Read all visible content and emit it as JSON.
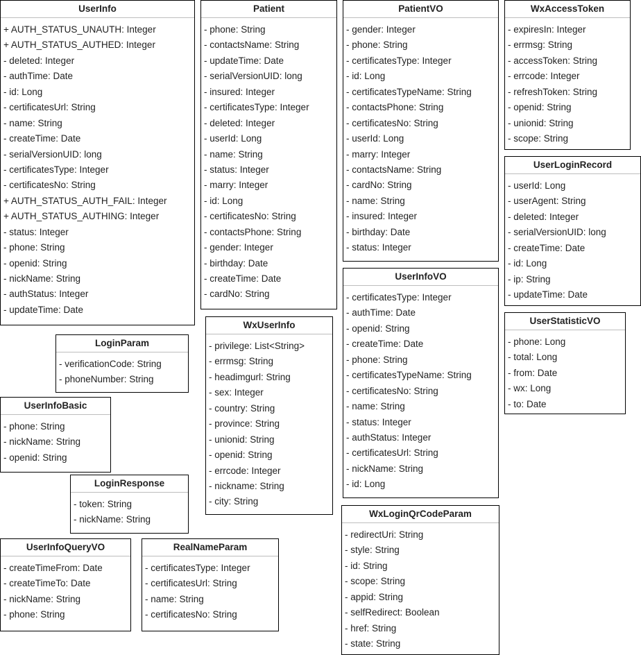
{
  "classes": [
    {
      "id": "UserInfo",
      "title": "UserInfo",
      "attributes": [
        "+ AUTH_STATUS_UNAUTH: Integer",
        "+ AUTH_STATUS_AUTHED: Integer",
        "- deleted: Integer",
        "- authTime: Date",
        "- id: Long",
        "- certificatesUrl: String",
        "- name: String",
        "- createTime: Date",
        "- serialVersionUID: long",
        "- certificatesType: Integer",
        "- certificatesNo: String",
        "+ AUTH_STATUS_AUTH_FAIL: Integer",
        "+ AUTH_STATUS_AUTHING: Integer",
        "- status: Integer",
        "- phone: String",
        "- openid: String",
        "- nickName: String",
        "- authStatus: Integer",
        "- updateTime: Date"
      ]
    },
    {
      "id": "Patient",
      "title": "Patient",
      "attributes": [
        "- phone: String",
        "- contactsName: String",
        "- updateTime: Date",
        "- serialVersionUID: long",
        "- insured: Integer",
        "- certificatesType: Integer",
        "- deleted: Integer",
        "- userId: Long",
        "- name: String",
        "- status: Integer",
        "- marry: Integer",
        "- id: Long",
        "- certificatesNo: String",
        "- contactsPhone: String",
        "- gender: Integer",
        "- birthday: Date",
        "- createTime: Date",
        "- cardNo: String"
      ]
    },
    {
      "id": "PatientVO",
      "title": "PatientVO",
      "attributes": [
        "- gender: Integer",
        "- phone: String",
        "- certificatesType: Integer",
        "- id: Long",
        "- certificatesTypeName: String",
        "- contactsPhone: String",
        "- certificatesNo: String",
        "- userId: Long",
        "- marry: Integer",
        "- contactsName: String",
        "- cardNo: String",
        "- name: String",
        "- insured: Integer",
        "- birthday: Date",
        "- status: Integer"
      ]
    },
    {
      "id": "WxAccessToken",
      "title": "WxAccessToken",
      "attributes": [
        "- expiresIn: Integer",
        "- errmsg: String",
        "- accessToken: String",
        "- errcode: Integer",
        "- refreshToken: String",
        "- openid: String",
        "- unionid: String",
        "- scope: String"
      ]
    },
    {
      "id": "UserLoginRecord",
      "title": "UserLoginRecord",
      "attributes": [
        "- userId: Long",
        "- userAgent: String",
        "- deleted: Integer",
        "- serialVersionUID: long",
        "- createTime: Date",
        "- id: Long",
        "- ip: String",
        "- updateTime: Date"
      ]
    },
    {
      "id": "UserInfoVO",
      "title": "UserInfoVO",
      "attributes": [
        "- certificatesType: Integer",
        "- authTime: Date",
        "- openid: String",
        "- createTime: Date",
        "- phone: String",
        "- certificatesTypeName: String",
        "- certificatesNo: String",
        "- name: String",
        "- status: Integer",
        "- authStatus: Integer",
        "- certificatesUrl: String",
        "- nickName: String",
        "- id: Long"
      ]
    },
    {
      "id": "UserStatisticVO",
      "title": "UserStatisticVO",
      "attributes": [
        "- phone: Long",
        "- total: Long",
        "- from: Date",
        "- wx: Long",
        "- to: Date"
      ]
    },
    {
      "id": "WxUserInfo",
      "title": "WxUserInfo",
      "attributes": [
        "- privilege: List<String>",
        "- errmsg: String",
        "- headimgurl: String",
        "- sex: Integer",
        "- country: String",
        "- province: String",
        "- unionid: String",
        "- openid: String",
        "- errcode: Integer",
        "- nickname: String",
        "- city: String"
      ]
    },
    {
      "id": "LoginParam",
      "title": "LoginParam",
      "attributes": [
        "- verificationCode: String",
        "- phoneNumber: String"
      ]
    },
    {
      "id": "UserInfoBasic",
      "title": "UserInfoBasic",
      "attributes": [
        "- phone: String",
        "- nickName: String",
        "- openid: String"
      ]
    },
    {
      "id": "LoginResponse",
      "title": "LoginResponse",
      "attributes": [
        "- token: String",
        "- nickName: String"
      ]
    },
    {
      "id": "UserInfoQueryVO",
      "title": "UserInfoQueryVO",
      "attributes": [
        "- createTimeFrom: Date",
        "- createTimeTo: Date",
        "- nickName: String",
        "- phone: String"
      ]
    },
    {
      "id": "RealNameParam",
      "title": "RealNameParam",
      "attributes": [
        "- certificatesType: Integer",
        "- certificatesUrl: String",
        "- name: String",
        "- certificatesNo: String"
      ]
    },
    {
      "id": "WxLoginQrCodeParam",
      "title": "WxLoginQrCodeParam",
      "attributes": [
        "- redirectUri: String",
        "- style: String",
        "- id: String",
        "- scope: String",
        "- appid: String",
        "- selfRedirect: Boolean",
        "- href: String",
        "- state: String"
      ]
    }
  ]
}
